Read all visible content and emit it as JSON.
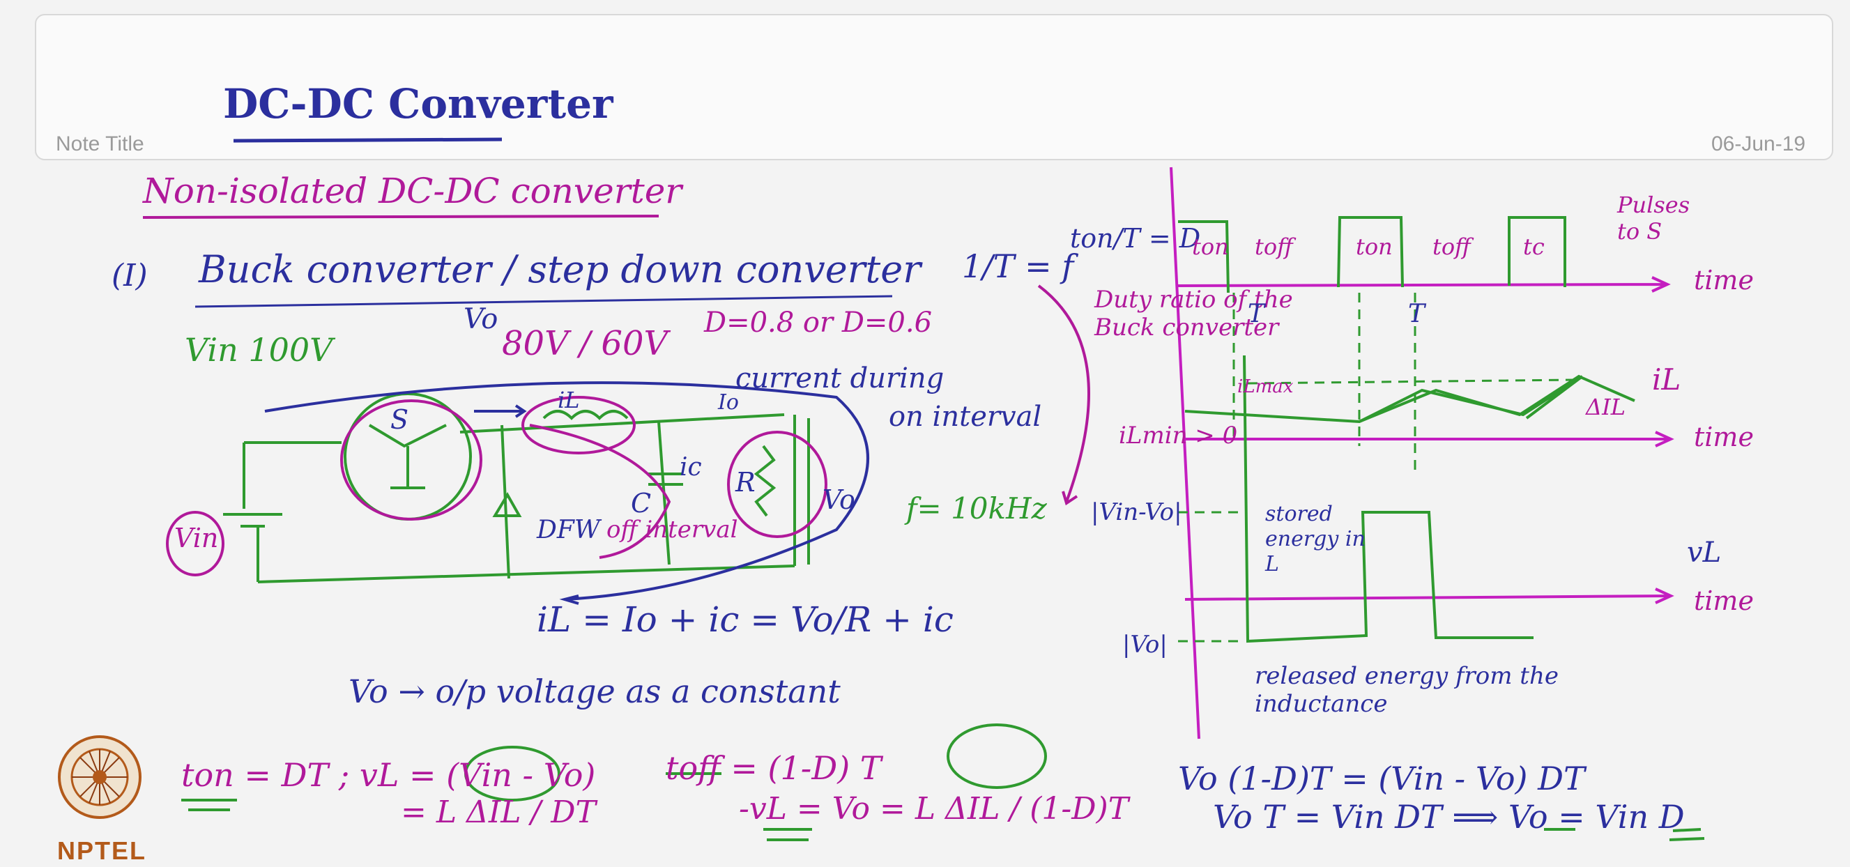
{
  "header": {
    "title": "DC-DC Converter",
    "note_label": "Note Title",
    "date": "06-Jun-19"
  },
  "notes": {
    "heading": "Non-isolated DC-DC converter",
    "subheading": "Buck converter / step down converter",
    "item_number": "(I)",
    "vin_line": "Vin 100V",
    "vo_line": "80V / 60V",
    "vo_label": "Vo",
    "duty_values": "D=0.8 or D=0.6",
    "freq_rel": "1/T = f",
    "current_during": "current during",
    "on_interval": "on interval",
    "off_interval": "off interval",
    "freq_value": "f= 10kHz",
    "switch_label": "S",
    "diode_label": "DFW",
    "cap_label": "C",
    "res_label": "R",
    "il_label": "iL",
    "io_label": "Io",
    "ic_label": "ic",
    "vo_side": "Vo",
    "vin_source": "Vin",
    "kcl_eq": "iL = Io + ic  =  Vo/R + ic",
    "vo_const": "Vo → o/p voltage as a constant"
  },
  "waveform_notes": {
    "duty_def": "ton/T = D",
    "duty_desc": "Duty ratio of the Buck converter",
    "ton": "ton",
    "toff": "toff",
    "tc": "tc",
    "T": "T",
    "pulses": "Pulses to S",
    "time": "time",
    "il": "iL",
    "il_max": "iLmax",
    "il_min": "iLmin > 0",
    "delta_il": "ΔIL",
    "vin_minus_vo": "|Vin-Vo|",
    "stored": "stored energy in L",
    "vl": "vL",
    "vo_level": "|Vo|",
    "released": "released energy from the inductance"
  },
  "equations": {
    "ton_eq": "ton = DT ; vL = (Vin - Vo)",
    "ton_eq2": "= L ΔIL / DT",
    "toff_eq": "toff = (1-D) T",
    "toff_eq2": "-vL = Vo = L ΔIL / (1-D)T",
    "result1": "Vo (1-D)T = (Vin - Vo) DT",
    "result2": "Vo T = Vin DT ⟹ Vo = Vin D"
  },
  "logo": {
    "text": "NPTEL"
  }
}
